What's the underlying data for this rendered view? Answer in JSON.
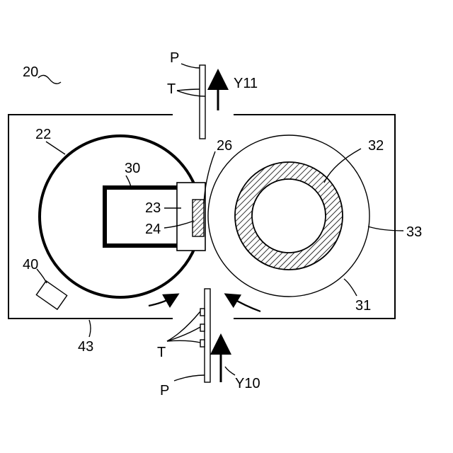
{
  "labels": {
    "fixing_device": "20",
    "heating_roller": "22",
    "heater_holder": "23",
    "sensor": "24",
    "contact_member": "26",
    "frame": "30",
    "pressure_roller": "31",
    "core": "32",
    "elastic_layer": "33",
    "detector": "40",
    "housing": "43",
    "paper_top": "P",
    "toner_top": "T",
    "direction_out": "Y11",
    "paper_bottom": "P",
    "toner_bottom": "T",
    "direction_in": "Y10"
  }
}
